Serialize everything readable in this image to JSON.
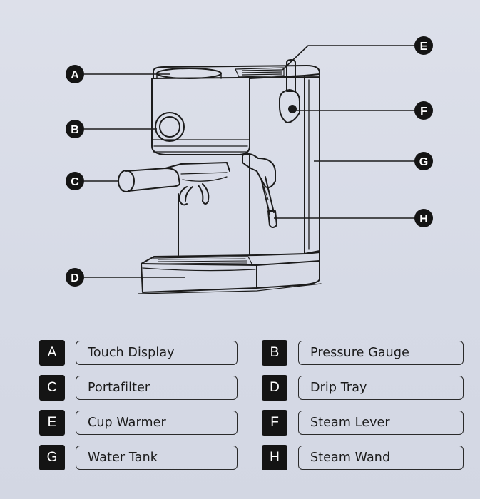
{
  "callouts": [
    {
      "letter": "A"
    },
    {
      "letter": "B"
    },
    {
      "letter": "C"
    },
    {
      "letter": "D"
    },
    {
      "letter": "E"
    },
    {
      "letter": "F"
    },
    {
      "letter": "G"
    },
    {
      "letter": "H"
    }
  ],
  "legend": [
    {
      "letter": "A",
      "label": "Touch Display"
    },
    {
      "letter": "B",
      "label": "Pressure Gauge"
    },
    {
      "letter": "C",
      "label": "Portafilter"
    },
    {
      "letter": "D",
      "label": "Drip Tray"
    },
    {
      "letter": "E",
      "label": "Cup Warmer"
    },
    {
      "letter": "F",
      "label": "Steam Lever"
    },
    {
      "letter": "G",
      "label": "Water Tank"
    },
    {
      "letter": "H",
      "label": "Steam Wand"
    }
  ],
  "colors": {
    "background": "#d9dde8",
    "ink": "#141414",
    "badge_text": "#ffffff"
  }
}
